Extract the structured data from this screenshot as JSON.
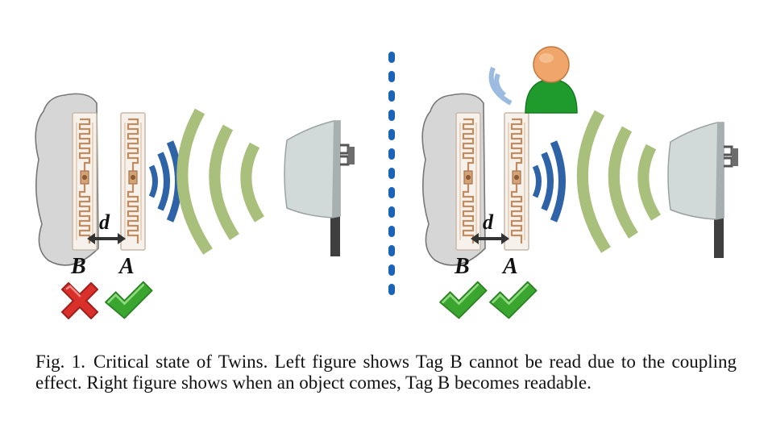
{
  "figure": {
    "left_panel": {
      "tag_b_label": "B",
      "tag_a_label": "A",
      "distance_label": "d",
      "tag_b_status_icon": "red-x-icon",
      "tag_a_status_icon": "green-check-icon"
    },
    "right_panel": {
      "tag_b_label": "B",
      "tag_a_label": "A",
      "distance_label": "d",
      "tag_b_status_icon": "green-check-icon",
      "tag_a_status_icon": "green-check-icon",
      "object_icon": "person-icon"
    },
    "colors": {
      "near_field_wave": "#2e63a7",
      "far_field_wave": "#a9c07d",
      "check": "#3aa630",
      "cross": "#d9302b",
      "person_body": "#1e9b2c",
      "person_head": "#f0a56a",
      "divider": "#1a63b8"
    }
  },
  "caption": {
    "label": "Fig. 1.",
    "text": "Critical state of Twins. Left figure shows Tag B cannot be read due to the coupling effect. Right figure shows when an object comes, Tag B becomes readable."
  }
}
